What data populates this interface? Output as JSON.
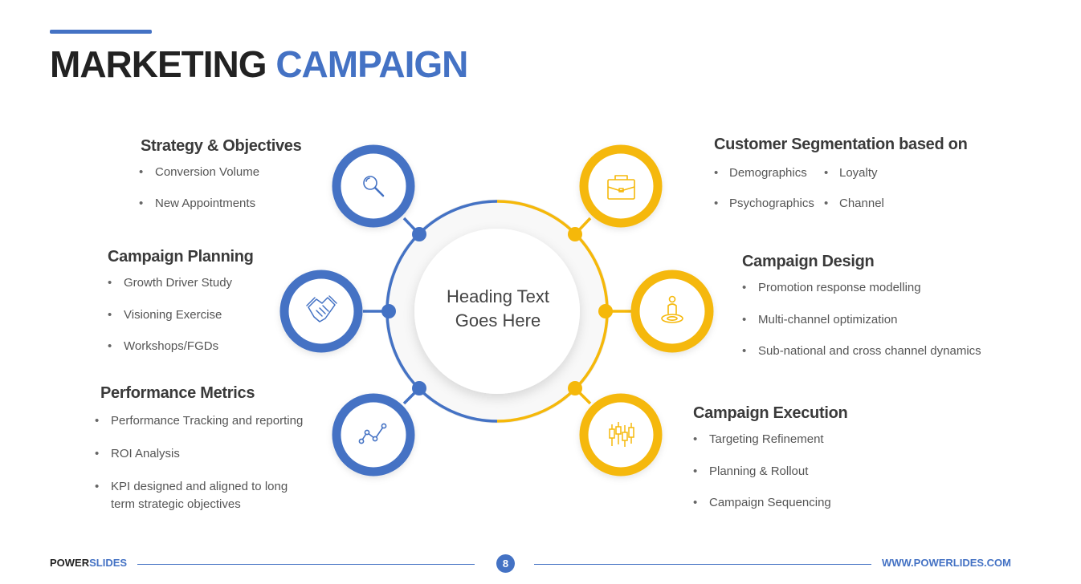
{
  "title": {
    "part1": "MARKETING",
    "part2": "CAMPAIGN"
  },
  "center": {
    "line1": "Heading Text",
    "line2": "Goes Here"
  },
  "colors": {
    "blue": "#4472c4",
    "yellow": "#f5b80a"
  },
  "left": [
    {
      "heading": "Strategy & Objectives",
      "icon": "magnifier-icon",
      "bullets": [
        "Conversion Volume",
        "New Appointments"
      ]
    },
    {
      "heading": "Campaign Planning",
      "icon": "handshake-icon",
      "bullets": [
        "Growth Driver Study",
        "Visioning Exercise",
        "Workshops/FGDs"
      ]
    },
    {
      "heading": "Performance Metrics",
      "icon": "line-chart-icon",
      "bullets": [
        "Performance Tracking and reporting",
        "ROI Analysis",
        "KPI designed and aligned to long term strategic objectives"
      ]
    }
  ],
  "right": [
    {
      "heading": "Customer Segmentation based on",
      "icon": "briefcase-icon",
      "bullets": [
        "Demographics",
        "Loyalty",
        "Psychographics",
        "Channel"
      ]
    },
    {
      "heading": "Campaign Design",
      "icon": "location-pin-icon",
      "bullets": [
        "Promotion response modelling",
        "Multi-channel optimization",
        "Sub-national and cross channel dynamics"
      ]
    },
    {
      "heading": "Campaign Execution",
      "icon": "candlestick-icon",
      "bullets": [
        "Targeting Refinement",
        "Planning & Rollout",
        "Campaign Sequencing"
      ]
    }
  ],
  "footer": {
    "brand1": "POWER",
    "brand2": "SLIDES",
    "page": "8",
    "url": "WWW.POWERLIDES.COM"
  }
}
